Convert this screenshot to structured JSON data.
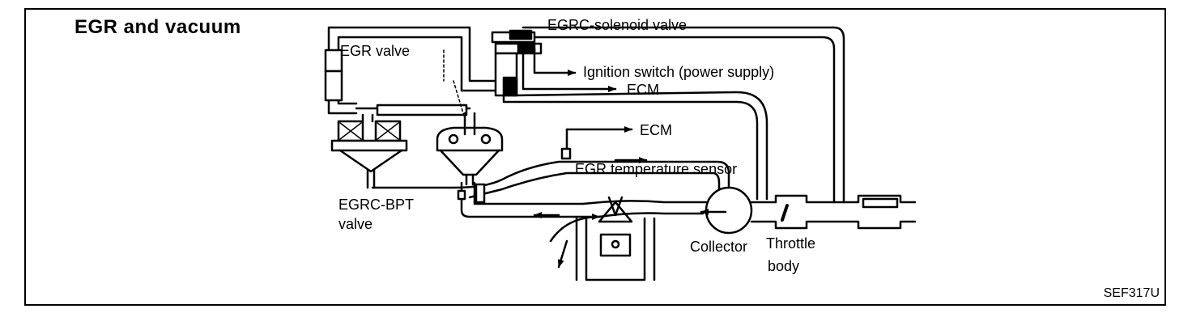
{
  "title": "EGR and vacuum",
  "figure_code": "SEF317U",
  "labels": {
    "egrc_solenoid_valve": "EGRC-solenoid valve",
    "egr_valve": "EGR valve",
    "ignition_switch": "Ignition switch (power supply)",
    "ecm_top": "ECM",
    "ecm_sensor": "ECM",
    "egr_temp_sensor": "EGR temperature sensor",
    "egrc_bpt_line1": "EGRC-BPT",
    "egrc_bpt_line2": "valve",
    "collector": "Collector",
    "throttle_line1": "Throttle",
    "throttle_line2": "body"
  }
}
